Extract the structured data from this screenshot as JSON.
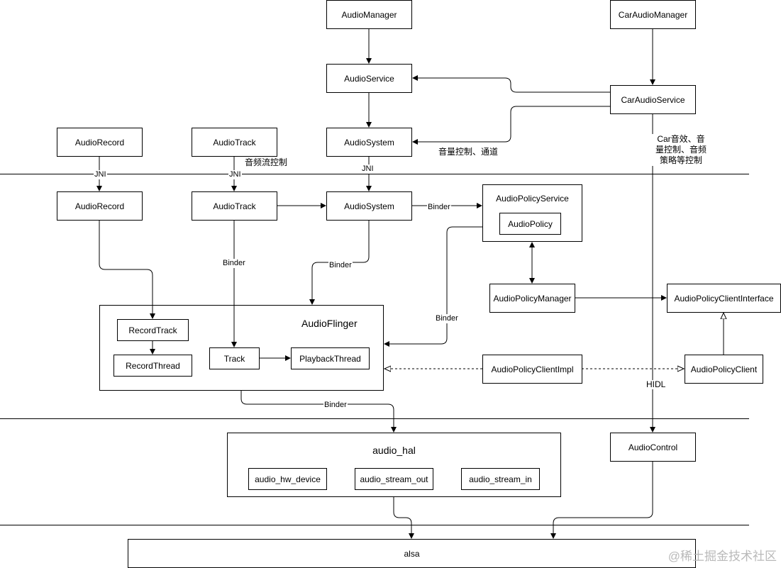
{
  "nodes": {
    "audio_manager": "AudioManager",
    "car_audio_manager": "CarAudioManager",
    "audio_service": "AudioService",
    "car_audio_service": "CarAudioService",
    "audio_record_app": "AudioRecord",
    "audio_track_app": "AudioTrack",
    "audio_system_app": "AudioSystem",
    "audio_record_native": "AudioRecord",
    "audio_track_native": "AudioTrack",
    "audio_system_native": "AudioSystem",
    "audio_policy_service": "AudioPolicyService",
    "audio_policy": "AudioPolicy",
    "audio_policy_manager": "AudioPolicyManager",
    "audio_policy_client_interface": "AudioPolicyClientInterface",
    "audio_flinger": "AudioFlinger",
    "record_track": "RecordTrack",
    "record_thread": "RecordThread",
    "track": "Track",
    "playback_thread": "PlaybackThread",
    "audio_policy_client_impl": "AudioPolicyClientImpl",
    "audio_policy_client": "AudioPolicyClient",
    "audio_hal": "audio_hal",
    "audio_hw_device": "audio_hw_device",
    "audio_stream_out": "audio_stream_out",
    "audio_stream_in": "audio_stream_in",
    "audio_control": "AudioControl",
    "alsa": "alsa"
  },
  "edge_labels": {
    "jni": "JNI",
    "binder": "Binder",
    "hidl": "HIDL"
  },
  "notes": {
    "stream_control": "音频流控制",
    "volume_channel": "音量控制、通道",
    "car_control": [
      "Car音效、音",
      "量控制、音频",
      "策略等控制"
    ]
  },
  "watermark": "@稀土掘金技术社区"
}
